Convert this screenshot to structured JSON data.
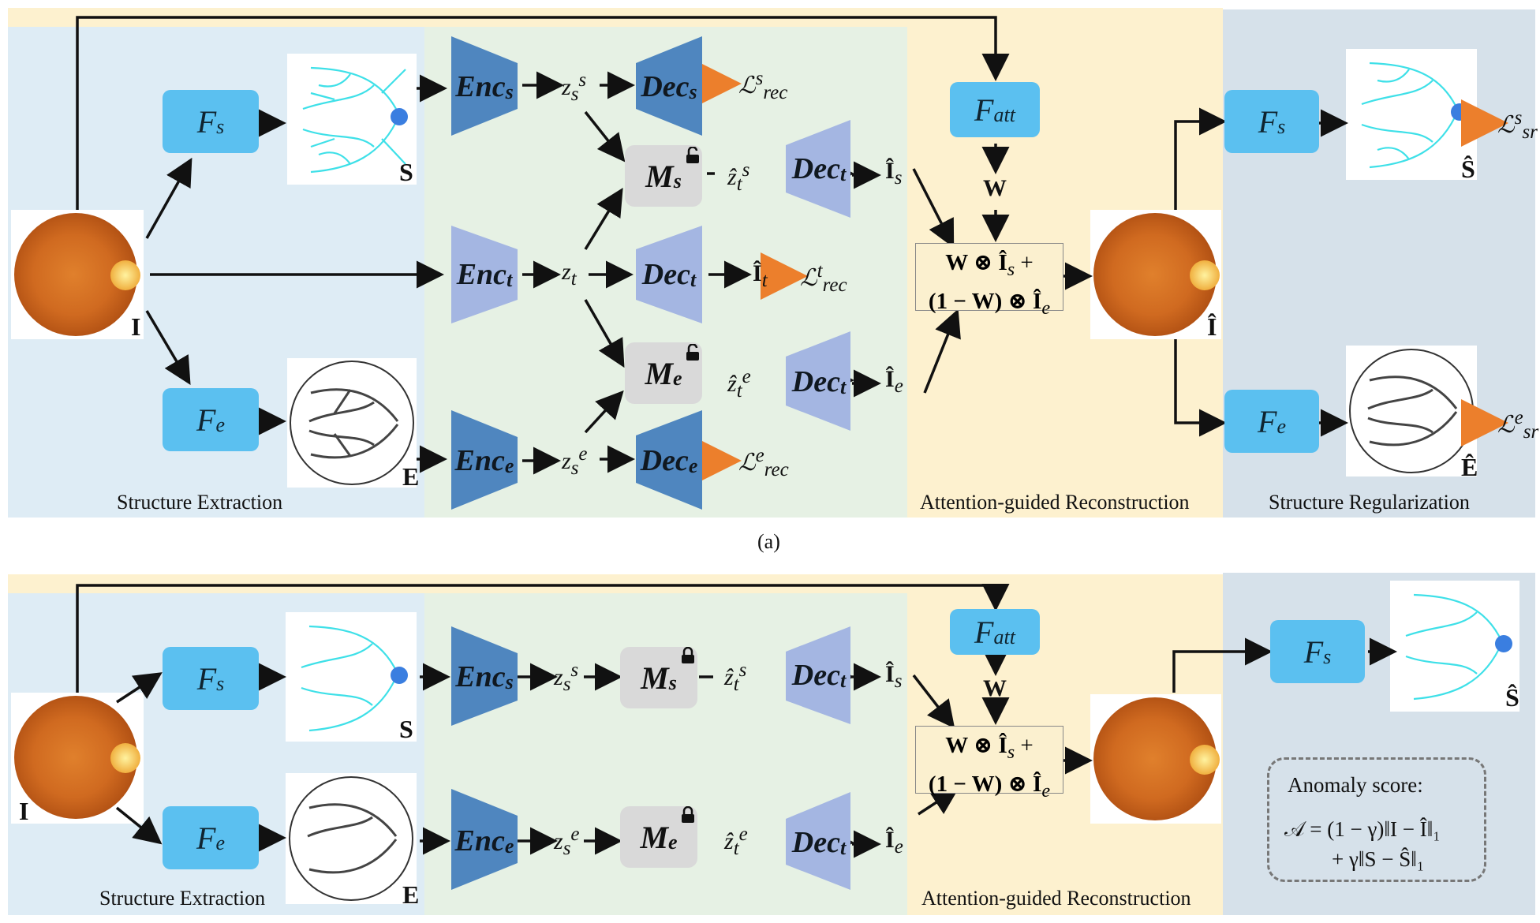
{
  "panel_a": {
    "caption": "(a)",
    "regions": {
      "structure_extraction": "Structure Extraction",
      "attention_reconstruction": "Attention-guided Reconstruction",
      "structure_regularization": "Structure Regularization"
    },
    "image_labels": {
      "input": "I",
      "structure": "S",
      "edge": "E",
      "recon": "Î",
      "structure_hat": "Ŝ",
      "edge_hat": "Ê"
    },
    "blocks": {
      "fs_name": "F",
      "fs_sub": "s",
      "fe_name": "F",
      "fe_sub": "e",
      "fatt_name": "F",
      "fatt_sub": "att",
      "enc_name": "Enc",
      "dec_name": "Dec",
      "m_name": "M",
      "sub_s": "s",
      "sub_e": "e",
      "sub_t": "t"
    },
    "latents": {
      "zss": "z",
      "zt": "z",
      "zse": "z",
      "ztss": "ẑ",
      "ztse": "ẑ"
    },
    "outputs": {
      "is": "Î",
      "it": "Î",
      "ie": "Î",
      "w": "W",
      "loss_rec": "ℒ",
      "loss_rec_sub": "rec",
      "loss_sr": "ℒ",
      "loss_sr_sub": "sr"
    },
    "formula_line1": "W ⊗ Î",
    "formula_line1_sub": "s",
    "formula_line1_tail": " +",
    "formula_line2": "(1 − W) ⊗ Î",
    "formula_line2_sub": "e"
  },
  "panel_b": {
    "regions": {
      "structure_extraction": "Structure Extraction",
      "attention_reconstruction": "Attention-guided Reconstruction"
    },
    "anomaly": {
      "title": "Anomaly score:",
      "line1": "𝒜 = (1 − γ)‖I − Î‖₁",
      "line2": "+ γ‖S − Ŝ‖₁"
    }
  },
  "colors": {
    "blue_region": "#deecf5",
    "green_region": "#e6f1e4",
    "yellow_region": "#fdf1cf",
    "gray_region": "#d6e1ea",
    "f_box": "#5bc0f0",
    "enc_dark": "#4f86bf",
    "dec_light": "#a4b6e2",
    "loss_arrow": "#ec7f2c",
    "vessel": "#3ee0e8"
  }
}
